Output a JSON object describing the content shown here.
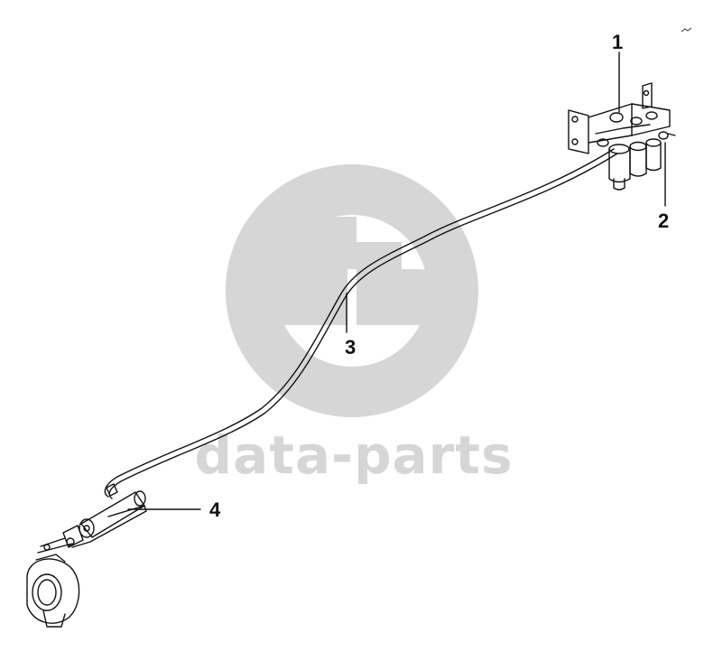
{
  "watermark": {
    "text": "data-parts",
    "color": "#d6d6d6"
  },
  "callouts": [
    {
      "label": "1"
    },
    {
      "label": "2"
    },
    {
      "label": "3"
    },
    {
      "label": "4"
    }
  ],
  "colors": {
    "line": "#111111",
    "background": "#ffffff"
  }
}
